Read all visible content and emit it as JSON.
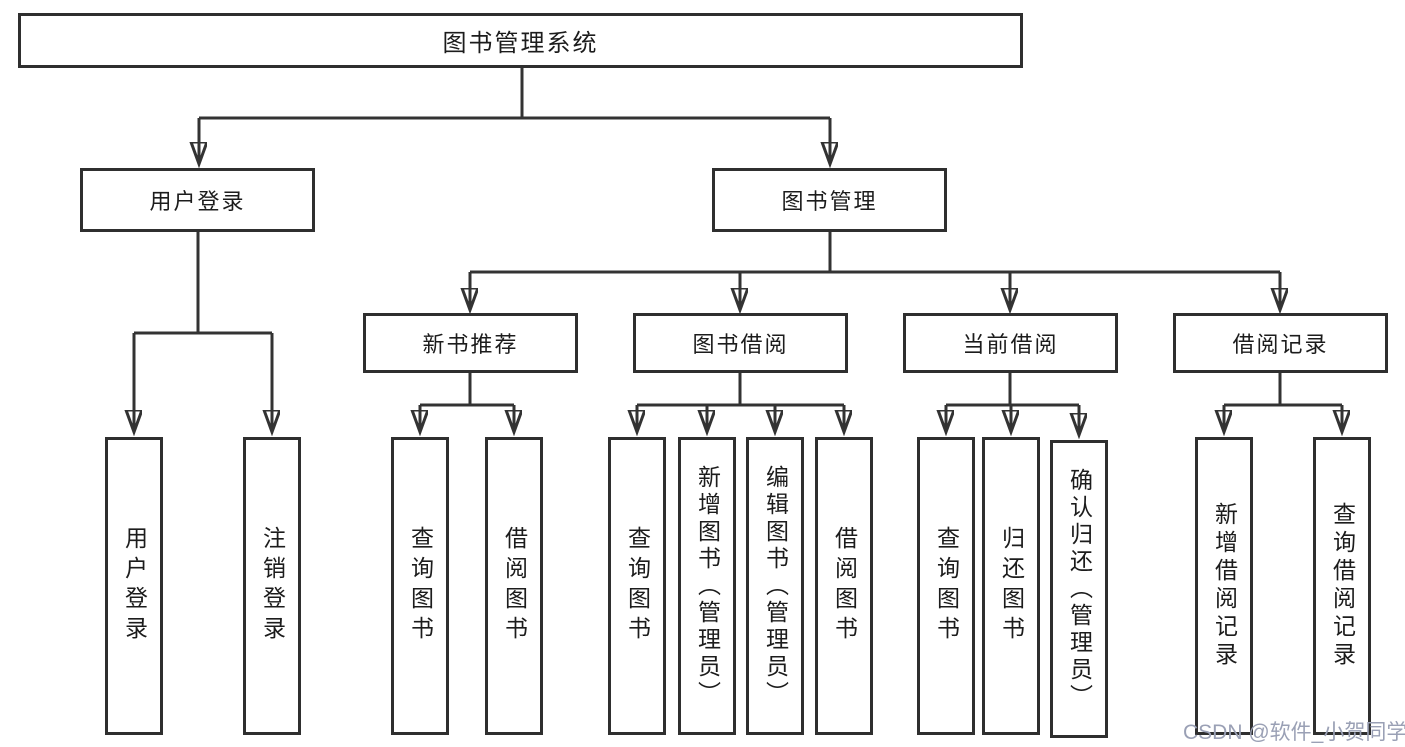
{
  "diagram": {
    "root": "图书管理系统",
    "level2": [
      "用户登录",
      "图书管理"
    ],
    "level3": [
      "新书推荐",
      "图书借阅",
      "当前借阅",
      "借阅记录"
    ],
    "leaves": {
      "login": [
        "用户登录",
        "注销登录"
      ],
      "newbook": [
        "查询图书",
        "借阅图书"
      ],
      "borrow": [
        "查询图书",
        "新增图书（管理员）",
        "编辑图书（管理员）",
        "借阅图书"
      ],
      "current": [
        "查询图书",
        "归还图书",
        "确认归还（管理员）"
      ],
      "records": [
        "新增借阅记录",
        "查询借阅记录"
      ]
    }
  },
  "watermark": {
    "text": "CSDN @软件_小贺同学"
  },
  "colors": {
    "line": "#333333",
    "text": "#1c1c1c",
    "background": "#ffffff",
    "watermark": "#9aa0b5"
  }
}
